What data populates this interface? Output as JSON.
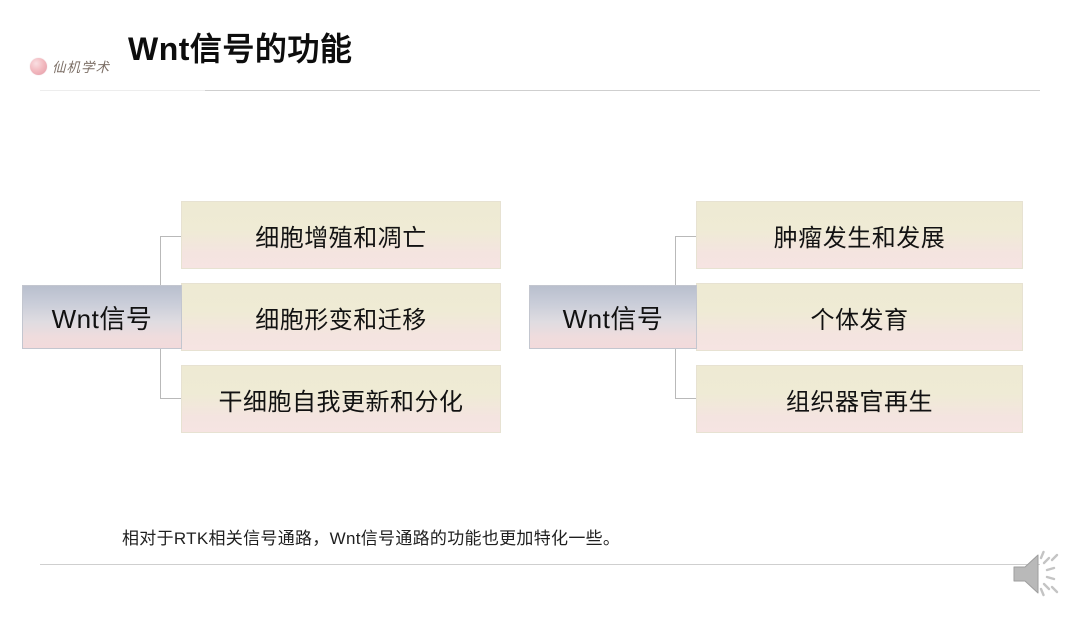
{
  "slide": {
    "title": "Wnt信号的功能",
    "brand": {
      "name": "仙机学术",
      "mark_icon": "flower-logo-icon"
    },
    "caption": "相对于RTK相关信号通路，Wnt信号通路的功能也更加特化一些。",
    "media_icon": "speaker-audio-icon"
  },
  "colors": {
    "hub_top": "#b9bfcd",
    "hub_bottom": "#f2dadb",
    "leaf_top": "#eeead3",
    "leaf_bottom": "#f6e4e2",
    "connector": "#b9b9b9",
    "rule": "#cfcfcf",
    "title_text": "#0d0d0d",
    "brand_text": "#6b5c52"
  },
  "diagram": {
    "groups": [
      {
        "hub_label": "Wnt信号",
        "leaves": [
          {
            "label": "细胞增殖和凋亡"
          },
          {
            "label": "细胞形变和迁移"
          },
          {
            "label": "干细胞自我更新和分化"
          }
        ]
      },
      {
        "hub_label": "Wnt信号",
        "leaves": [
          {
            "label": "肿瘤发生和发展"
          },
          {
            "label": "个体发育"
          },
          {
            "label": "组织器官再生"
          }
        ]
      }
    ]
  }
}
